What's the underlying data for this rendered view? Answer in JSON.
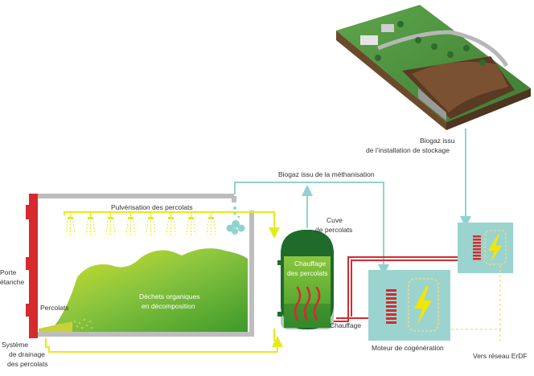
{
  "colors": {
    "door_red": "#d62a2f",
    "waste_light": "#d9e021",
    "waste_dark": "#3d9a2a",
    "percolate_yellow": "#e4eb1c",
    "biogas_teal": "#8fd3cf",
    "engine_teal": "#9bd4cf",
    "tank_dark": "#1e6b2c",
    "tank_green": "#5fb536",
    "heat_red": "#d62a2f",
    "grid_dashed": "#f1d68a",
    "wall_grey": "#bdbdbd"
  },
  "labels": {
    "pulverisation": "Pulvérisation des percolats",
    "porte_1": "Porte",
    "porte_2": "étanche",
    "percolats": "Percolats",
    "drainage_1": "Système",
    "drainage_2": "de drainage",
    "drainage_3": "des percolats",
    "dechets_1": "Déchets organiques",
    "dechets_2": "en décomposition",
    "cuve_1": "Cuve",
    "cuve_2": "de percolats",
    "chauffage_cuve_1": "Chauffage",
    "chauffage_cuve_2": "des percolats",
    "chauffage": "Chauffage",
    "biogaz_metha": "Biogaz issu de la méthanisation",
    "biogaz_stock_1": "Biogaz issu",
    "biogaz_stock_2": "de l’installation de stockage",
    "moteur": "Moteur de cogénération",
    "erdf": "Vers réseau ErDF"
  },
  "icons": {
    "lightning": "lightning-icon",
    "radiator": "radiator-icon",
    "heat": "heat-waves-icon",
    "vapor": "vapor-cloud-icon",
    "sprinkler": "sprinkler-icon"
  }
}
